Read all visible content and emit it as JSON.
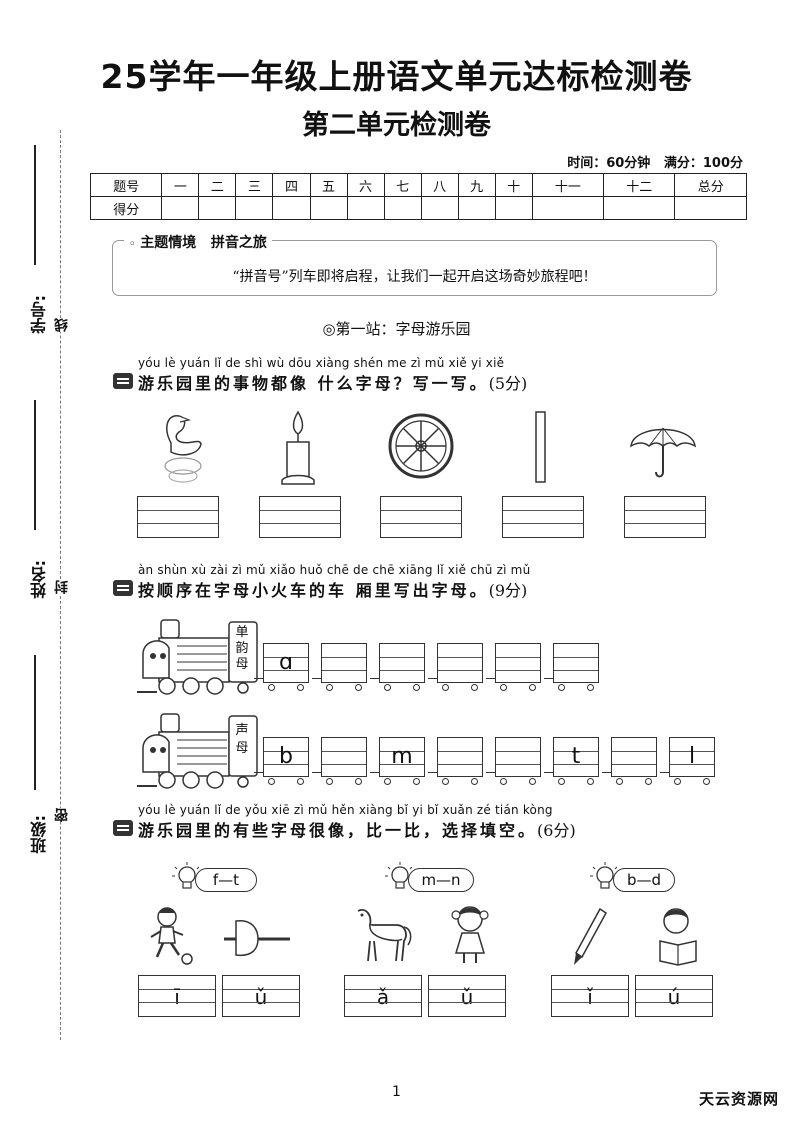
{
  "header": {
    "title": "25学年一年级上册语文单元达标检测卷",
    "subtitle": "第二单元检测卷",
    "time_limit": "时间：60分钟",
    "full_score": "满分：100分"
  },
  "score_table": {
    "row1": [
      "题号",
      "一",
      "二",
      "三",
      "四",
      "五",
      "六",
      "七",
      "八",
      "九",
      "十",
      "十一",
      "十二",
      "总分"
    ],
    "row2_label": "得分"
  },
  "sidebar": {
    "student_no": "学号:",
    "name": "姓名:",
    "class": "班级:",
    "seal_line": "线",
    "seal_seal": "封",
    "seal_secret": "密"
  },
  "theme": {
    "heading": "主题情境",
    "heading_title": "拼音之旅",
    "text": "“拼音号”列车即将启程，让我们一起开启这场奇妙旅程吧！"
  },
  "station1": "◎第一站：字母游乐园",
  "q1": {
    "pinyin": "yóu lè yuán lǐ de shì wù dōu xiàng shén me zì mǔ   xiě yi xiě",
    "text": "游乐园里的事物都像 什么字母？写一写。",
    "score": "(5分)",
    "icons": [
      "swan-icon",
      "candle-icon",
      "wheel-icon",
      "stick-icon",
      "umbrella-icon"
    ]
  },
  "q2": {
    "pinyin": "àn shùn xù zài zì mǔ xiǎo huǒ chē de chē xiāng lǐ xiě chū zì mǔ",
    "text": "按顺序在字母小火车的车 厢里写出字母。",
    "score": "(9分)",
    "train1": {
      "label": [
        "单",
        "韵",
        "母"
      ],
      "cars": [
        "ɑ",
        "",
        "",
        "",
        "",
        ""
      ]
    },
    "train2": {
      "label": [
        "声",
        "母"
      ],
      "cars": [
        "b",
        "",
        "m",
        "",
        "",
        "t",
        "",
        "l"
      ]
    }
  },
  "q3": {
    "pinyin": "yóu lè yuán lǐ de yǒu xiē zì mǔ hěn xiàng  bǐ yi bǐ xuǎn zé tián kòng",
    "text": "游乐园里的有些字母很像，比一比，选择填空。",
    "score": "(6分)",
    "pairs": [
      {
        "hint": "f—t",
        "boxes": [
          "ī",
          "ǔ"
        ]
      },
      {
        "hint": "m—n",
        "boxes": [
          "ǎ",
          "ǔ"
        ]
      },
      {
        "hint": "b—d",
        "boxes": [
          "ǐ",
          "ú"
        ]
      }
    ]
  },
  "footer": {
    "page": "1",
    "watermark": "天云资源网"
  }
}
